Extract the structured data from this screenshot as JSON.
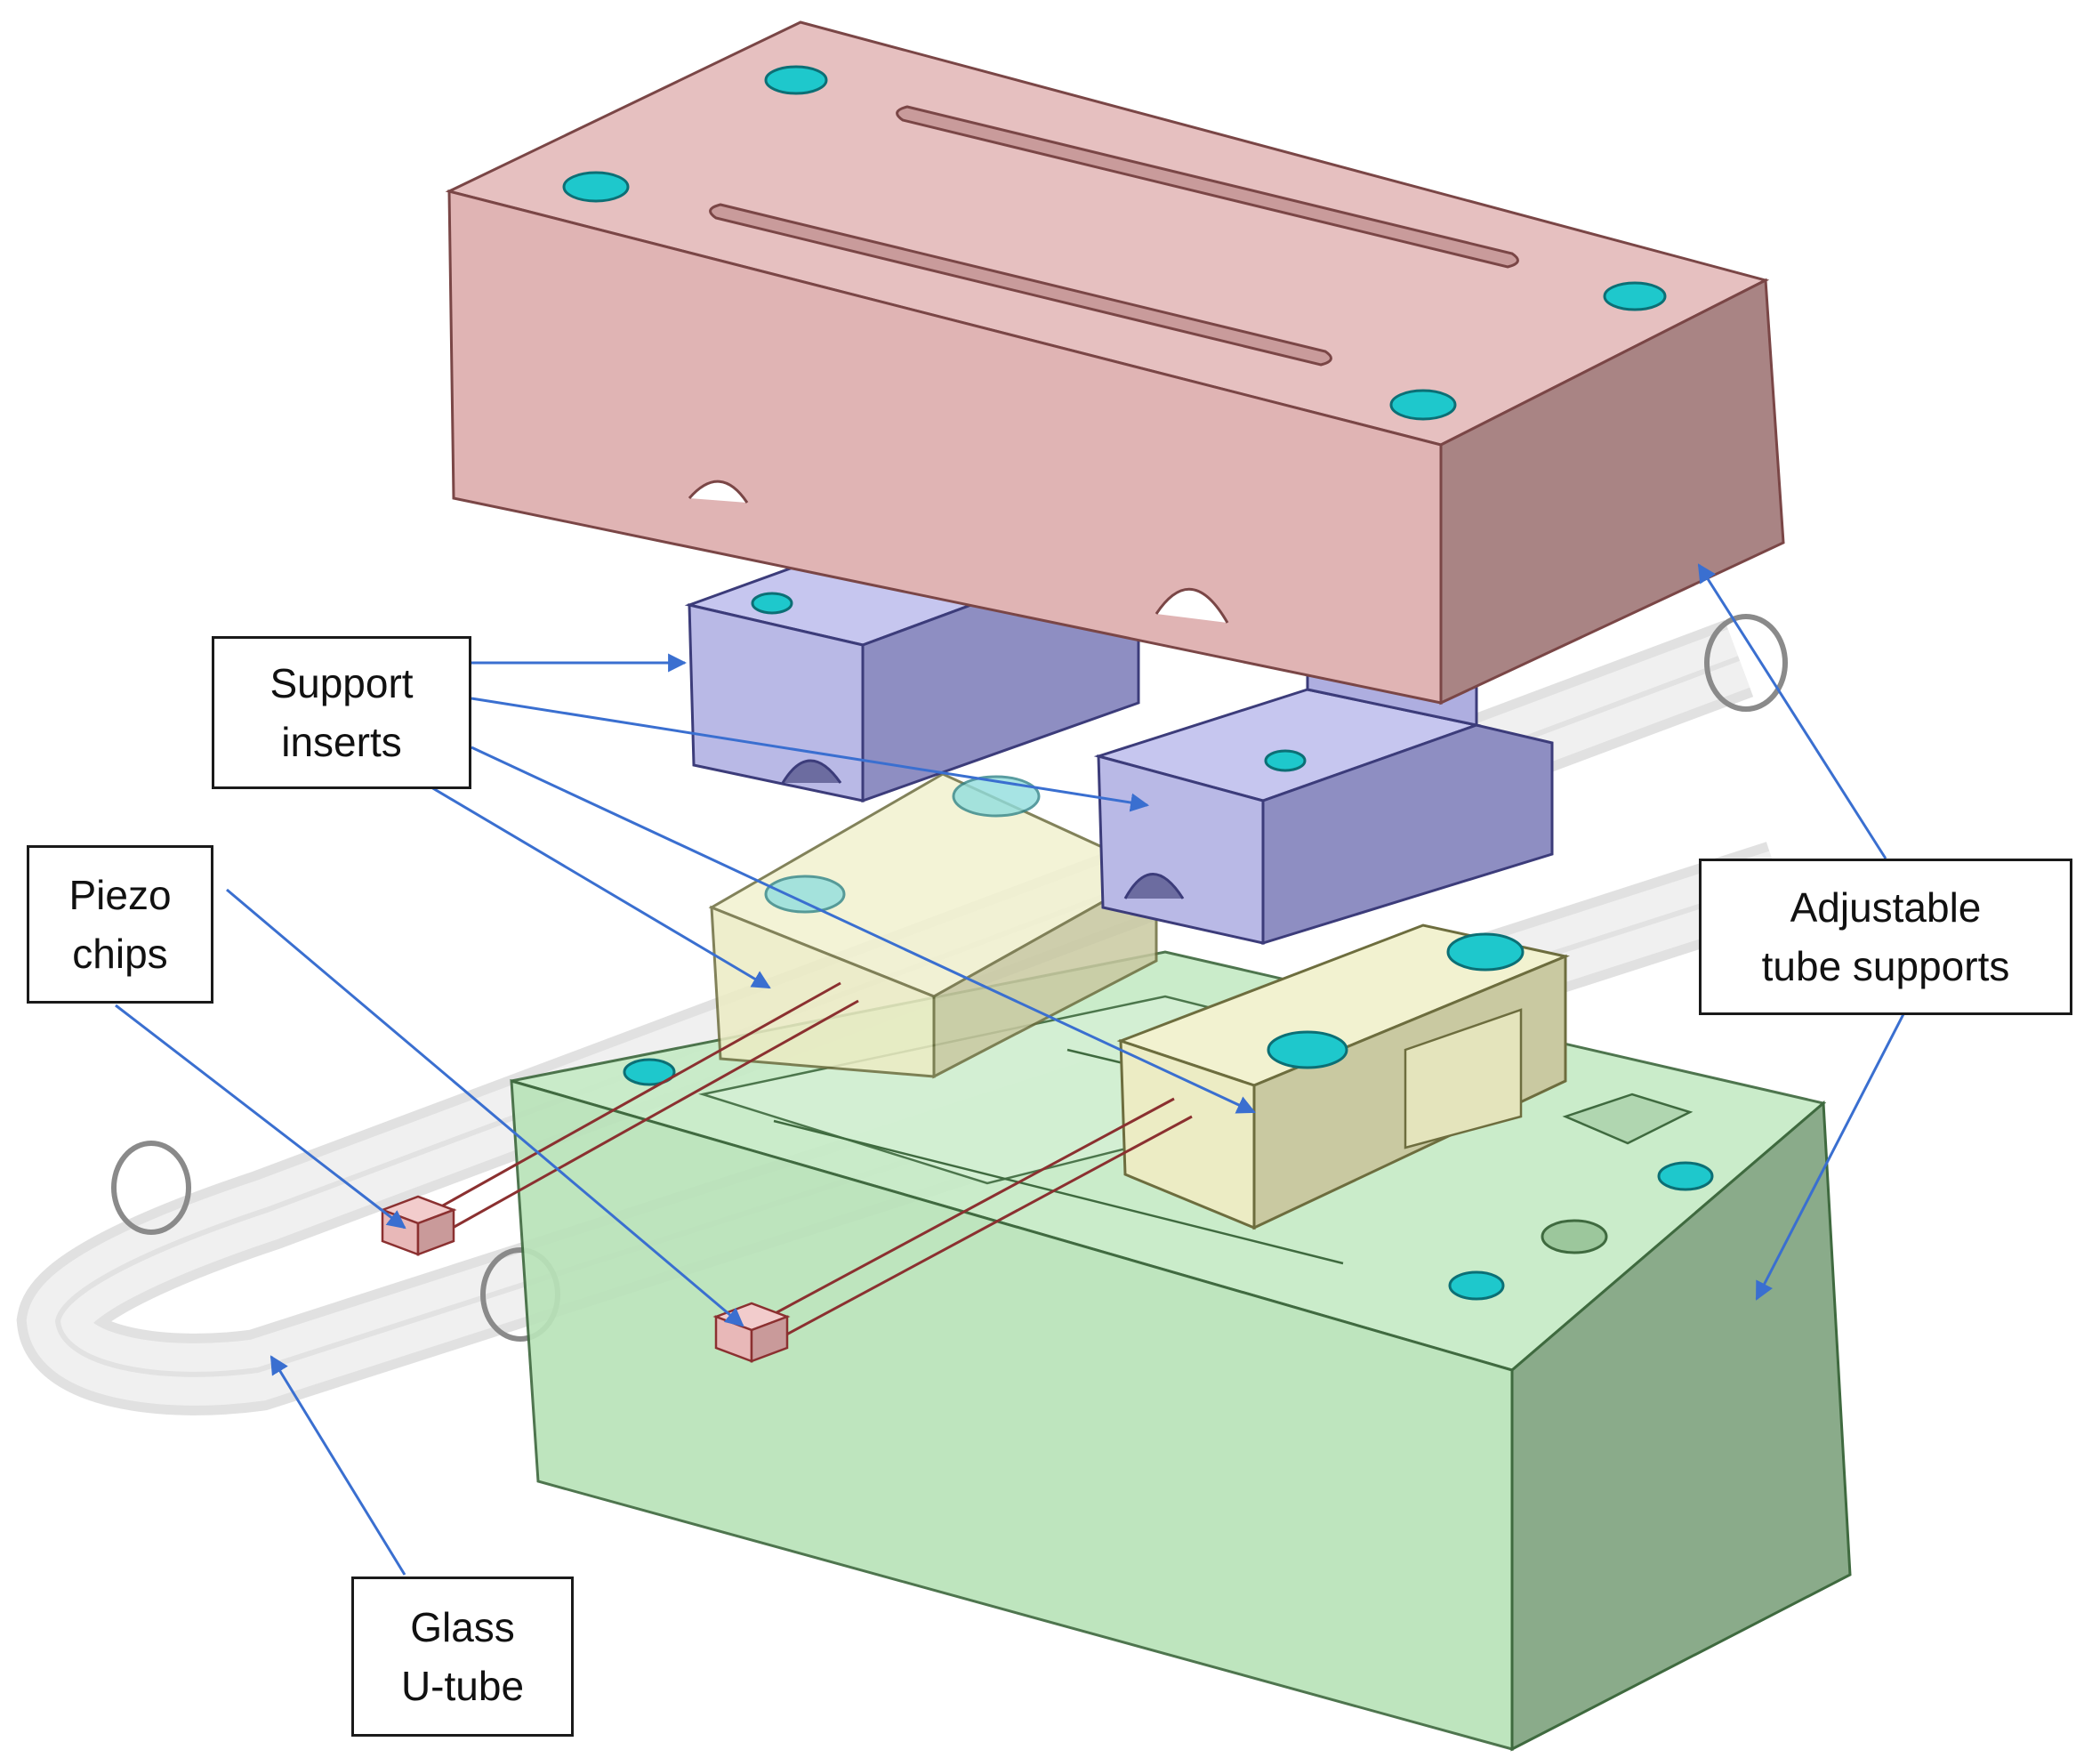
{
  "labels": {
    "support_inserts": {
      "line1": "Support",
      "line2": "inserts"
    },
    "piezo_chips": {
      "line1": "Piezo",
      "line2": "chips"
    },
    "adjustable_tube_supports": {
      "line1": "Adjustable",
      "line2": "tube supports"
    },
    "glass_u_tube": {
      "line1": "Glass",
      "line2": "U-tube"
    }
  },
  "colors": {
    "top_plate": "#e0b4b4",
    "base_block": "#b9e3b9",
    "support_inserts": "#b9b9e6",
    "tube_supports": "#ececc4",
    "piezo_chips": "#e8b8b8",
    "bolt_holes": "#1ec8cc",
    "leader_lines": "#3a6fd0",
    "glass_tube": "#d6d6d6"
  }
}
